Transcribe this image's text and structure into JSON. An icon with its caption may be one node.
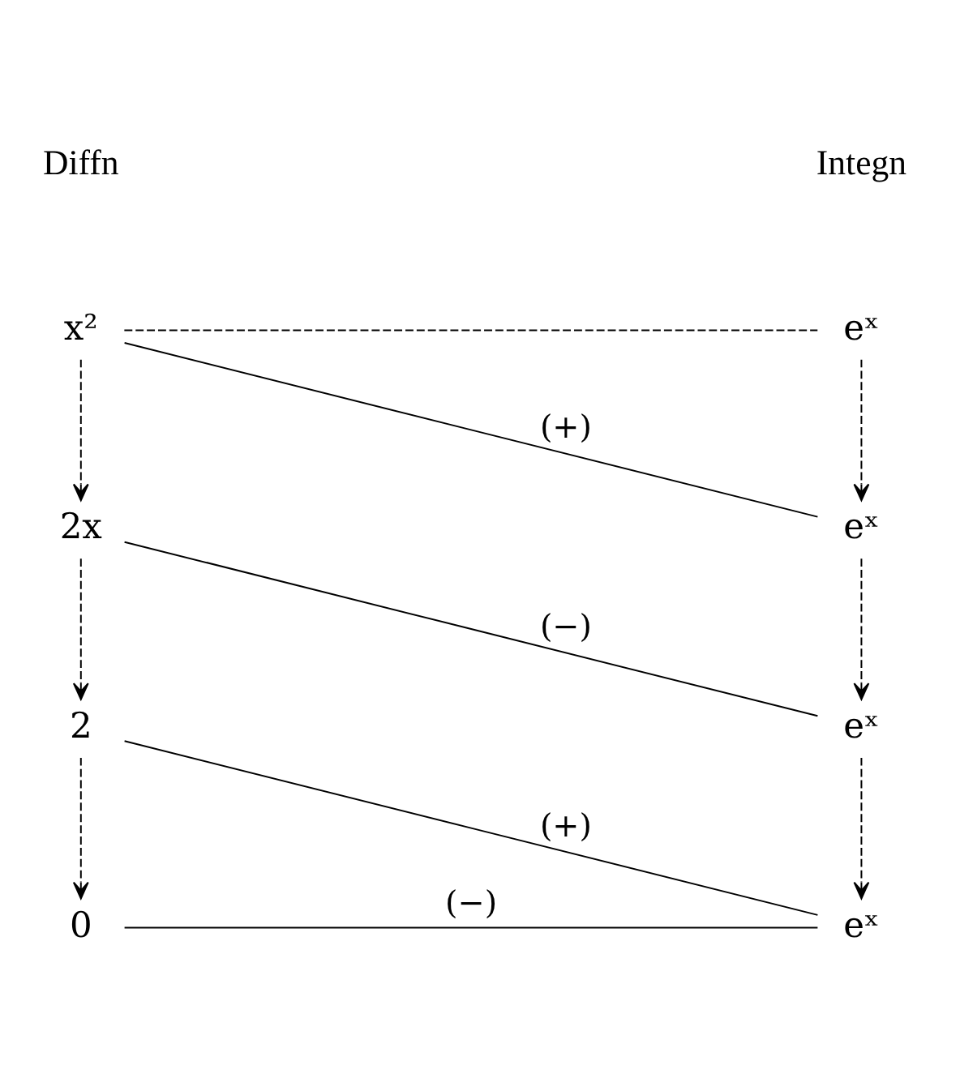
{
  "diagram": {
    "nodes": [
      {
        "text": [
          "x²"
        ]
      },
      {
        "text": [
          "eˣ"
        ]
      },
      {
        "text": [
          "2x"
        ]
      },
      {
        "text": [
          "eˣ"
        ]
      },
      {
        "text": [
          "2"
        ]
      },
      {
        "text": [
          "eˣ"
        ]
      },
      {
        "text": [
          "0"
        ]
      },
      {
        "text": [
          "eˣ"
        ]
      }
    ],
    "edges": [
      {
        "from": 0,
        "to": 1,
        "arrow": "none",
        "style": "dashed"
      },
      {
        "from": 0,
        "to": 3,
        "arrow": "none",
        "label": "(+)"
      },
      {
        "from": 2,
        "to": 5,
        "arrow": "none",
        "label": "(−)"
      },
      {
        "from": 4,
        "to": 7,
        "arrow": "none",
        "label": "(+)"
      },
      {
        "from": 6,
        "to": 7,
        "arrow": "none",
        "label": "(−)"
      },
      {
        "from": 0,
        "to": 2,
        "arrow": "to",
        "style": "dashed"
      },
      {
        "from": 2,
        "to": 4,
        "arrow": "to",
        "style": "dashed"
      },
      {
        "from": 4,
        "to": 6,
        "arrow": "to",
        "style": "dashed"
      },
      {
        "from": 1,
        "to": 3,
        "arrow": "to",
        "style": "dashed"
      },
      {
        "from": 3,
        "to": 5,
        "arrow": "to",
        "style": "dashed"
      },
      {
        "from": 5,
        "to": 7,
        "arrow": "to",
        "style": "dashed"
      }
    ],
    "labels": [
      "Diffn",
      "Integn"
    ]
  }
}
